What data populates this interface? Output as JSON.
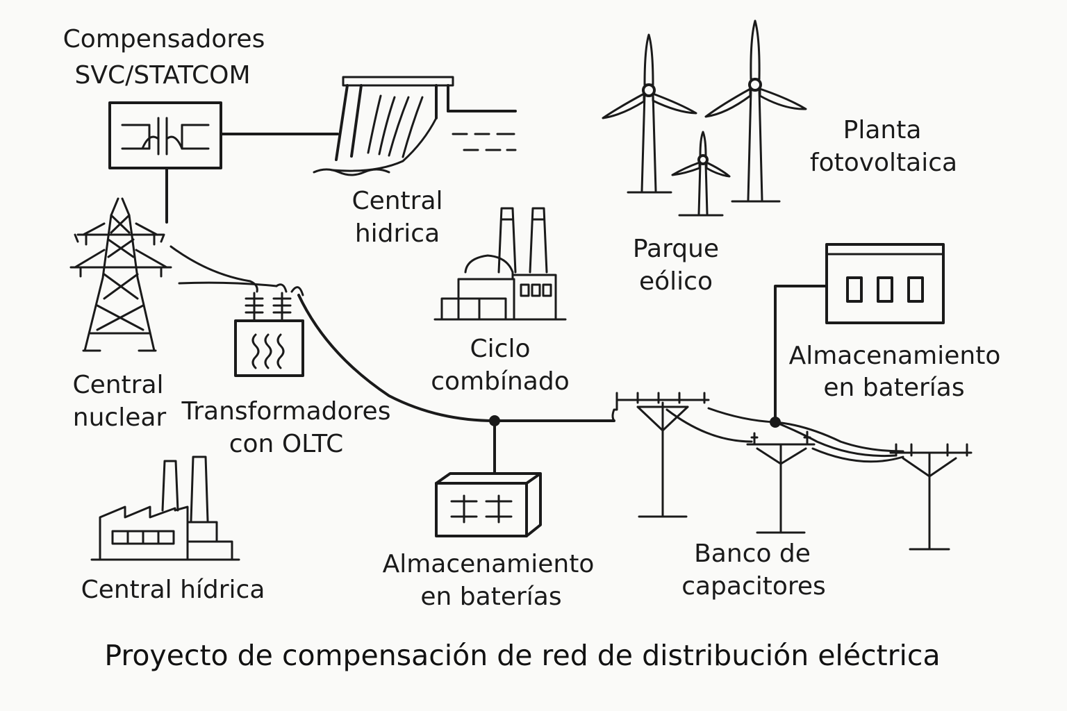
{
  "title": "Proyecto de compensación de red de distribución eléctrica",
  "labels": {
    "svc": [
      "Compensadores",
      "SVC/STATCOM"
    ],
    "hydro_top": [
      "Central",
      "hidrica"
    ],
    "wind": [
      "Parque",
      "eólico"
    ],
    "solar": [
      "Planta",
      "fotovoltaica"
    ],
    "combined_cycle": [
      "Ciclo",
      "combínado"
    ],
    "nuclear": [
      "Central",
      "nuclear"
    ],
    "transformers": [
      "Transformadores",
      "con OLTC"
    ],
    "battery_right": [
      "Almacenamiento",
      "en baterías"
    ],
    "battery_bottom": [
      "Almacenamiento",
      "en baterías"
    ],
    "capacitor_bank": [
      "Banco de",
      "capacitores"
    ],
    "hydro_bottom": [
      "Central hídrica"
    ]
  }
}
